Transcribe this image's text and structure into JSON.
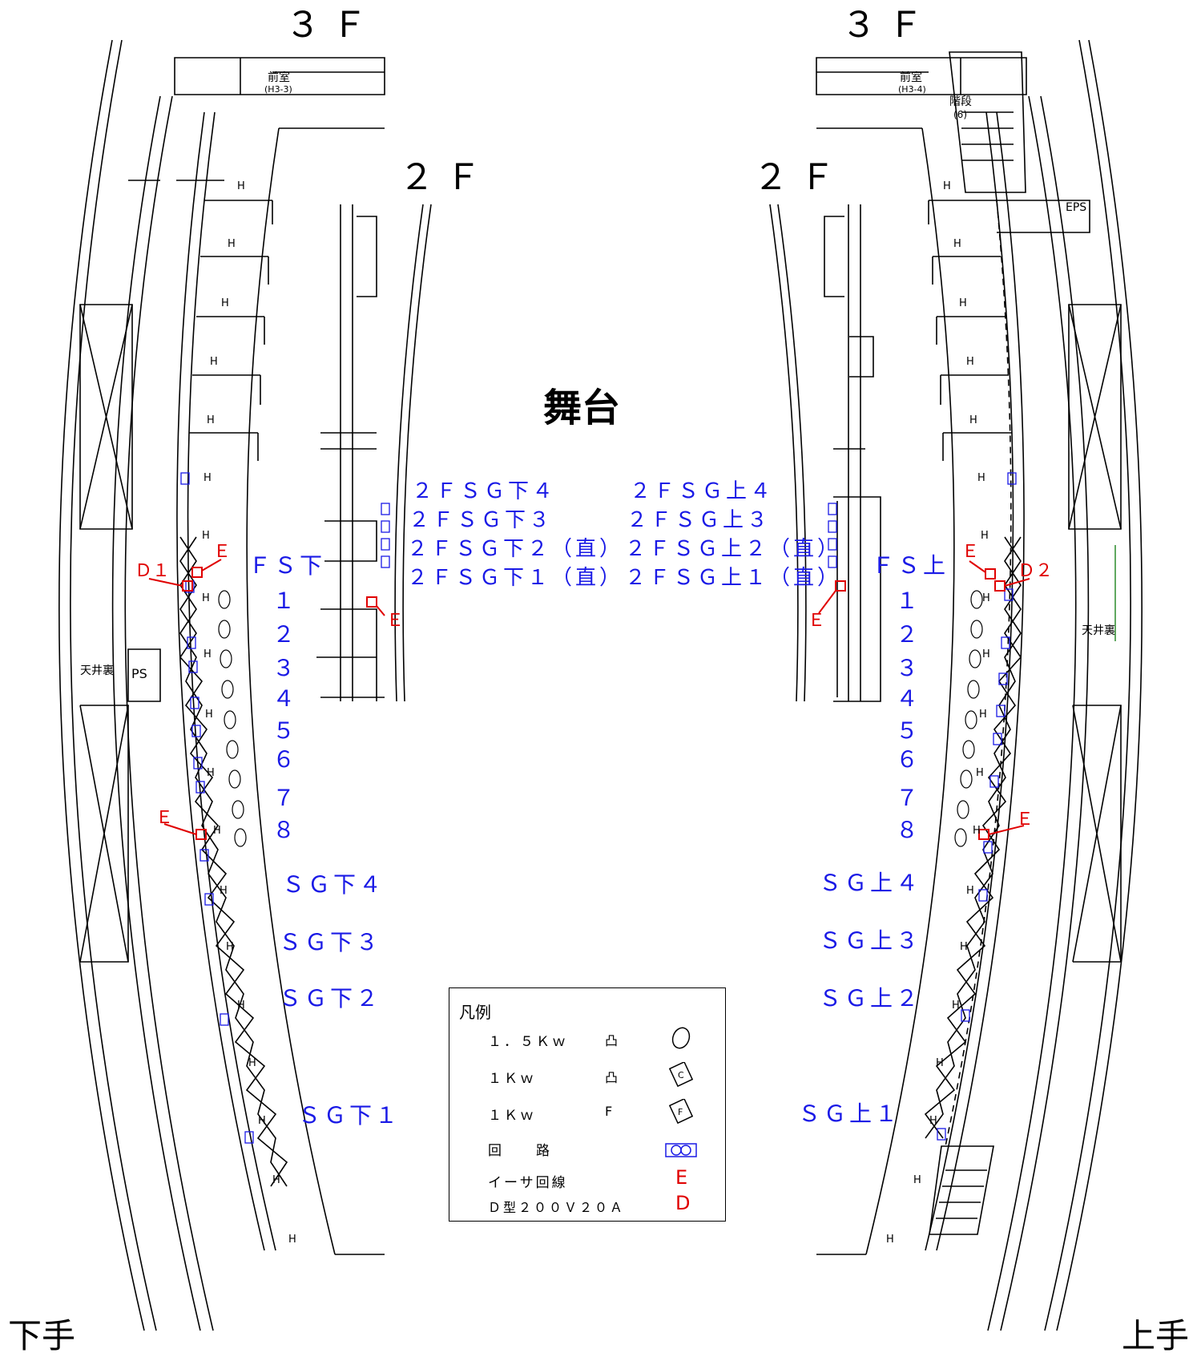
{
  "floors": {
    "left_3f": "３Ｆ",
    "right_3f": "３Ｆ",
    "left_2f": "２Ｆ",
    "right_2f": "２Ｆ"
  },
  "stage_label": "舞台",
  "sides": {
    "left": "下手",
    "right": "上手"
  },
  "rooms": {
    "front_left": "前室",
    "front_left_code": "(H3-3)",
    "front_right": "前室",
    "front_right_code": "(H3-4)",
    "stairs": "階段",
    "stairs_num": "(6)",
    "eps": "EPS",
    "ceiling_left": "天井裏",
    "ps": "PS",
    "ceiling_right": "天井裏"
  },
  "circuits_left": [
    "２ＦＳＧ下４",
    "２ＦＳＧ下３",
    "２ＦＳＧ下２（直）",
    "２ＦＳＧ下１（直）"
  ],
  "circuits_right": [
    "２ＦＳＧ上４",
    "２ＦＳＧ上３",
    "２ＦＳＧ上２（直）",
    "２ＦＳＧ上１（直）"
  ],
  "fs_left": "ＦＳ下",
  "fs_right": "ＦＳ上",
  "fs_numbers_left": [
    "１",
    "２",
    "３",
    "４",
    "５",
    "６",
    "７",
    "８"
  ],
  "fs_numbers_right": [
    "１",
    "２",
    "３",
    "４",
    "５",
    "６",
    "７",
    "８"
  ],
  "sg_left": [
    "ＳＧ下４",
    "ＳＧ下３",
    "ＳＧ下２",
    "ＳＧ下１"
  ],
  "sg_right": [
    "ＳＧ上４",
    "ＳＧ上３",
    "ＳＧ上２",
    "ＳＧ上１"
  ],
  "markers": {
    "d1": "Ｄ１",
    "d2": "Ｄ２",
    "e": "Ｅ"
  },
  "h_mark": "H",
  "legend": {
    "title": "凡例",
    "rows": [
      {
        "label": "１．５Ｋｗ",
        "symbol": "凸",
        "icon": "ellipse-icon"
      },
      {
        "label": "１Ｋｗ",
        "symbol": "凸",
        "icon": "c-box-icon",
        "icon_text": "C"
      },
      {
        "label": "１Ｋｗ",
        "symbol": "F",
        "icon": "f-box-icon",
        "icon_text": "F"
      },
      {
        "label": "回　　路",
        "symbol": "",
        "icon": "circuit-icon"
      },
      {
        "label": "イーサ回線",
        "symbol": "",
        "red": "E"
      },
      {
        "label": "Ｄ型２００Ｖ２０Ａ",
        "symbol": "",
        "red": "D"
      }
    ]
  },
  "colors": {
    "circuit_blue": "#1a1ae6",
    "marker_red": "#e00000",
    "line": "#000000"
  }
}
